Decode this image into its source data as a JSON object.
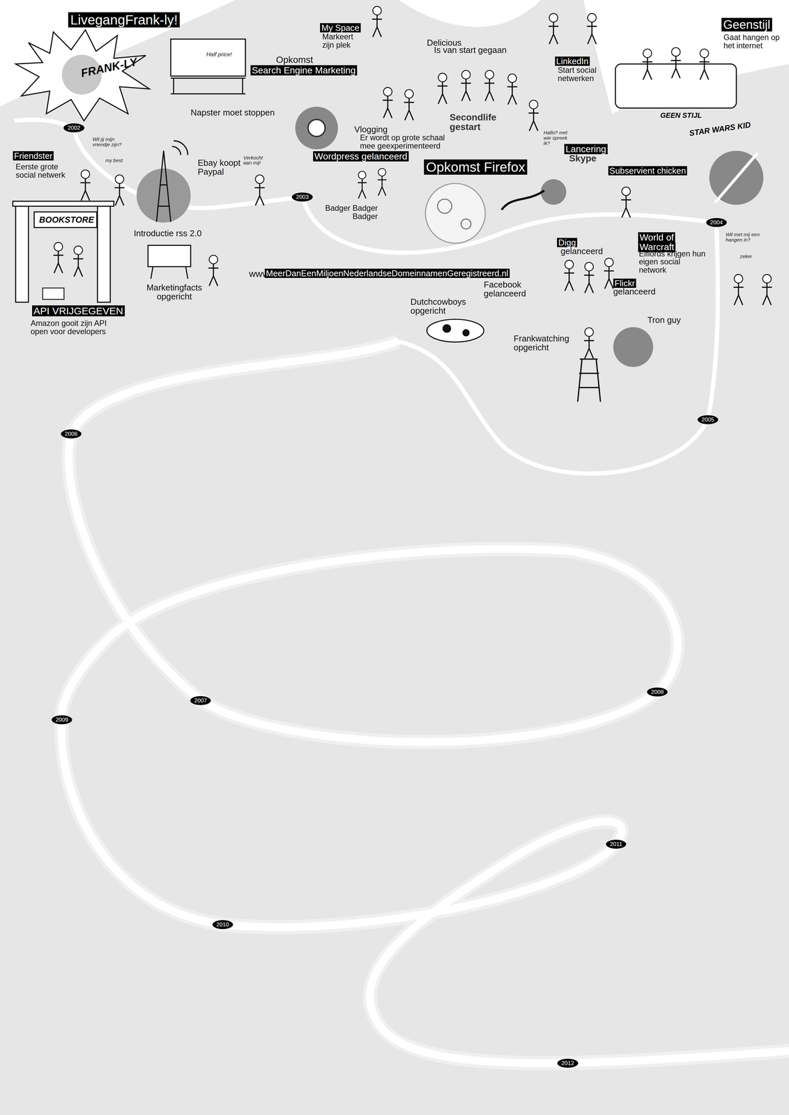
{
  "diagram": {
    "title": "LivegangFrank-ly!",
    "nodes": [
      {
        "text": [
          "2002"
        ]
      },
      {
        "text": [
          "2003"
        ]
      },
      {
        "text": [
          "2004"
        ]
      },
      {
        "text": [
          "2005"
        ]
      },
      {
        "text": [
          "2006"
        ]
      },
      {
        "text": [
          "2007"
        ]
      },
      {
        "text": [
          "2008"
        ]
      },
      {
        "text": [
          "2009"
        ]
      },
      {
        "text": [
          "2010"
        ]
      },
      {
        "text": [
          "2011"
        ]
      },
      {
        "text": [
          "2012"
        ]
      }
    ],
    "labels": [
      "FRANK-LY",
      "Half price!",
      "Opkomst",
      "Search Engine Marketing",
      "My Space",
      "Markeert zijn plek",
      "Delicious",
      "Is van start gegaan",
      "LinkedIn",
      "Start social netwerken",
      "Geenstijl",
      "Gaat hangen op het internet",
      "GEEN STIJL",
      "Napster moet stoppen",
      "Vlogging",
      "Er wordt op grote schaal mee geexperimenteerd",
      "Secondlife gestart",
      "Wil jij mijn vriendje zijn?",
      "my best",
      "Friendster",
      "Eerste grote social netwerk",
      "Ebay koopt Paypal",
      "Verkocht aan mij!",
      "Wordpress gelanceerd",
      "Opkomst Firefox",
      "Hallo? met wie spreek ik?",
      "Lancering",
      "Skype",
      "Subservient chicken",
      "STAR WARS KID",
      "Introductie rss 2.0",
      "Badger Badger Badger",
      "Wil met mij een hangen in?",
      "zeker",
      "World of Warcraft",
      "Elflords krijgen hun eigen social network",
      "Digg",
      "gelanceerd",
      "BOOKSTORE",
      "www",
      "MeerDanEenMiljoenNederlandseDomeinnamenGeregistreerd.nl",
      "Facebook gelanceerd",
      "Marketingfacts opgericht",
      "Flickr",
      "gelanceerd",
      "API VRIJGEGEVEN",
      "Amazon gooit zijn API open voor developers",
      "Dutchcowboys opgericht",
      "Tron guy",
      "Frankwatching opgericht"
    ]
  }
}
